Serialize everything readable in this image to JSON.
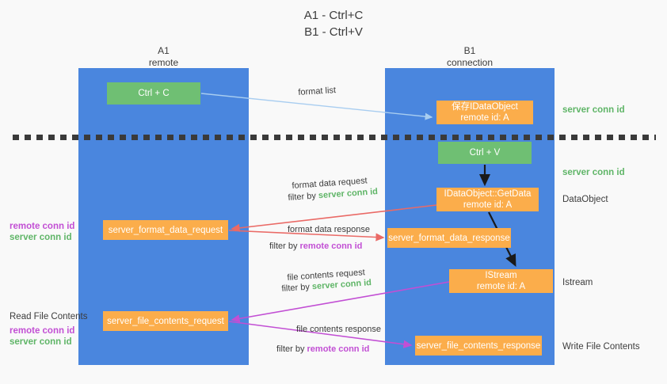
{
  "title": {
    "line1": "A1 - Ctrl+C",
    "line2": "B1 - Ctrl+V"
  },
  "columns": [
    {
      "name": "A1",
      "sub": "remote"
    },
    {
      "name": "B1",
      "sub": "connection"
    }
  ],
  "nodes": {
    "ctrl_c": {
      "label": "Ctrl + C",
      "color": "#6fbf73"
    },
    "idataobject": {
      "label": "保存IDataObject",
      "sub": "remote id: A",
      "color": "#fbad4b"
    },
    "ctrl_v": {
      "label": "Ctrl + V",
      "color": "#6fbf73"
    },
    "getdata": {
      "label": "IDataObject::GetData",
      "sub": "remote id: A",
      "color": "#fbad4b"
    },
    "server_format_data_request": {
      "label": "server_format_data_request",
      "color": "#fbad4b"
    },
    "server_format_data_response": {
      "label": "server_format_data_response",
      "color": "#fbad4b"
    },
    "istream": {
      "label": "IStream",
      "sub": "remote id: A",
      "color": "#fbad4b"
    },
    "server_file_contents_request": {
      "label": "server_file_contents_request",
      "color": "#fbad4b"
    },
    "server_file_contents_response": {
      "label": "server_file_contents_response",
      "color": "#fbad4b"
    }
  },
  "edge_labels": {
    "format_list": "format list",
    "format_data_request": "format data request",
    "format_data_request_filter_prefix": "filter by ",
    "format_data_request_filter_value": "server conn id",
    "format_data_response": "format data response",
    "format_data_response_filter_prefix": "filter by ",
    "format_data_response_filter_value": "remote conn id",
    "file_contents_request": "file contents request",
    "file_contents_request_filter_prefix": "filter by ",
    "file_contents_request_filter_value": "server conn id",
    "file_contents_response": "file contents response",
    "file_contents_response_filter_prefix": "filter by ",
    "file_contents_response_filter_value": "remote conn id"
  },
  "right_labels": {
    "server_conn_id_top": "server conn id",
    "server_conn_id_mid": "server conn id",
    "dataobject": "DataObject",
    "istream": "Istream",
    "write_file_contents": "Write File Contents"
  },
  "left_labels": {
    "remote_conn_id_1": "remote conn id",
    "server_conn_id_1": "server conn id",
    "read_file_contents": "Read File Contents",
    "remote_conn_id_2": "remote conn id",
    "server_conn_id_2": "server conn id"
  },
  "colors": {
    "background": "#f9f9f9",
    "lane": "#4a86de",
    "green_box": "#6fbf73",
    "orange_box": "#fbad4b",
    "green_text": "#5fb567",
    "purple_text": "#c24fd4",
    "arrow_blue": "#a8cdf0",
    "arrow_red": "#ea6a66",
    "arrow_magenta": "#c24fd4",
    "arrow_black": "#1a1a1a",
    "dash_line": "#3a3a3a"
  }
}
